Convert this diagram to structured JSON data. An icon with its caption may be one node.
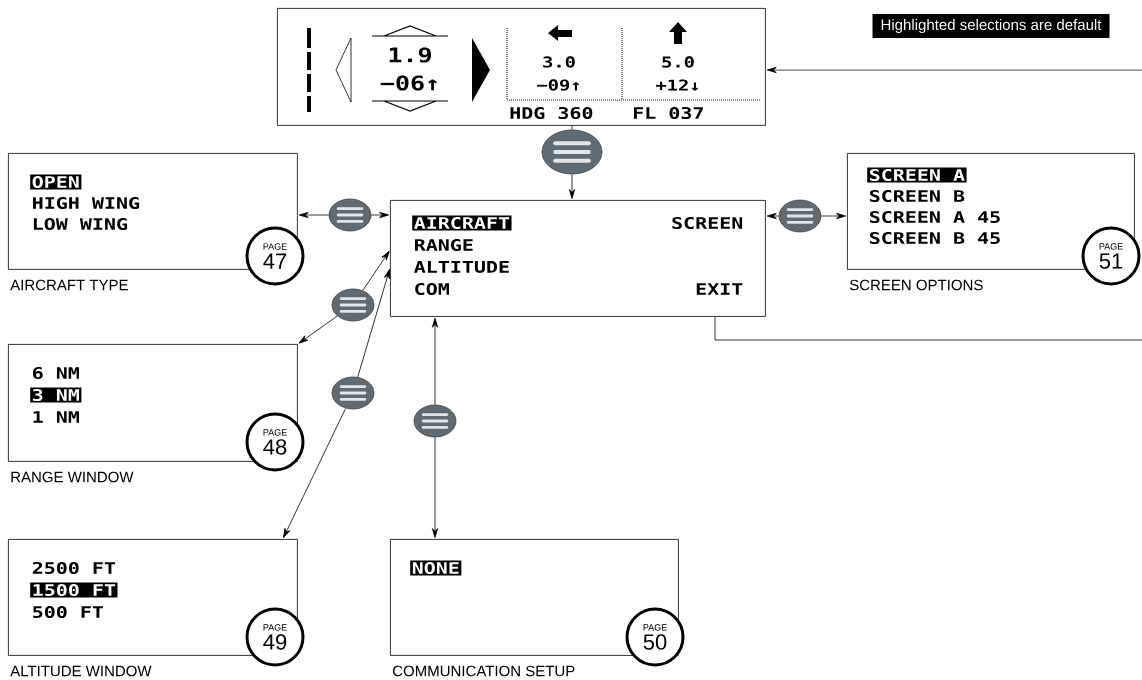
{
  "diagram": {
    "nodes": [
      {
        "text": [
          "1.9",
          "−06↑",
          "3.0",
          "−09↑",
          "5.0",
          "+12↓",
          "HDG 360",
          "FL 037"
        ]
      },
      {
        "text": [],
        "shape": "button"
      },
      {
        "text": [
          "AIRCRAFT",
          "RANGE",
          "ALTITUDE",
          "COM",
          "SCREEN",
          "EXIT"
        ]
      },
      {
        "text": [
          "OPEN",
          "HIGH WING",
          "LOW WING"
        ],
        "beside": [
          "AIRCRAFT TYPE"
        ]
      },
      {
        "text": [
          "PAGE",
          "47"
        ]
      },
      {
        "text": [],
        "shape": "button"
      },
      {
        "text": [
          "SCREEN A",
          "SCREEN B",
          "SCREEN A 45",
          "SCREEN B 45"
        ],
        "beside": [
          "SCREEN OPTIONS"
        ]
      },
      {
        "text": [
          "PAGE",
          "51"
        ]
      },
      {
        "text": [],
        "shape": "button"
      },
      {
        "text": [
          "6 NM",
          "3 NM",
          "1 NM"
        ],
        "beside": [
          "RANGE WINDOW"
        ]
      },
      {
        "text": [
          "PAGE",
          "48"
        ]
      },
      {
        "text": [],
        "shape": "button"
      },
      {
        "text": [
          "2500 FT",
          "1500 FT",
          "500 FT"
        ],
        "beside": [
          "ALTITUDE WINDOW"
        ]
      },
      {
        "text": [
          "PAGE",
          "49"
        ]
      },
      {
        "text": [],
        "shape": "button"
      },
      {
        "text": [
          "NONE"
        ],
        "beside": [
          "COMMUNICATION SETUP"
        ]
      },
      {
        "text": [
          "PAGE",
          "50"
        ]
      },
      {
        "text": [],
        "shape": "button"
      },
      {
        "text": [
          "Highlighted selections are default"
        ]
      }
    ],
    "edges": [
      {
        "from": 0,
        "to": 1,
        "arrow": "none"
      },
      {
        "from": 1,
        "to": 2,
        "arrow": "to"
      },
      {
        "from": 5,
        "to": 3,
        "arrow": "to"
      },
      {
        "from": 5,
        "to": 2,
        "arrow": "to"
      },
      {
        "from": 8,
        "to": 2,
        "arrow": "to"
      },
      {
        "from": 8,
        "to": 6,
        "arrow": "to"
      },
      {
        "from": 11,
        "to": 2,
        "arrow": "to"
      },
      {
        "from": 11,
        "to": 9,
        "arrow": "to"
      },
      {
        "from": 14,
        "to": 2,
        "arrow": "to"
      },
      {
        "from": 14,
        "to": 12,
        "arrow": "to"
      },
      {
        "from": 17,
        "to": 2,
        "arrow": "to"
      },
      {
        "from": 17,
        "to": 15,
        "arrow": "to"
      },
      {
        "from": null,
        "to": 0,
        "arrow": "to"
      },
      {
        "from": 2,
        "to": null,
        "arrow": "none"
      }
    ]
  }
}
